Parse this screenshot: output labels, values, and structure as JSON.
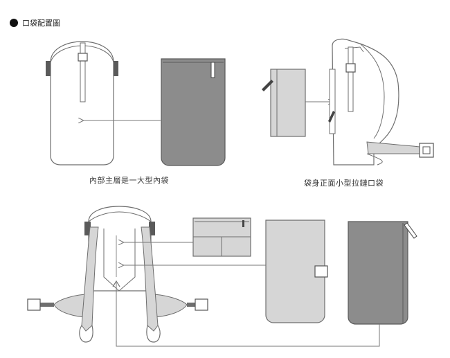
{
  "title": "口袋配置圖",
  "captions": {
    "main_pocket": "內部主層是一大型內袋",
    "front_pocket": "袋身正面小型拉鏈口袋"
  },
  "colors": {
    "outline": "#6e6e6e",
    "pocket_dark": "#8c8c8c",
    "pocket_light": "#d6d6d6",
    "strap_accent": "#5a5a5a",
    "arrow": "#777777"
  }
}
